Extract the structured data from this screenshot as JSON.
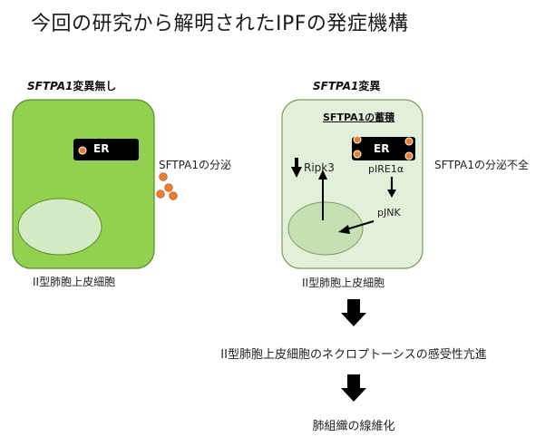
{
  "title": "今回の研究から解明されたIPFの発症機構",
  "left_panel": {
    "header_gene": "SFTPA1",
    "header_suffix": "変異無し",
    "er_label": "ER",
    "secretion_label": "SFTPA1の分泌",
    "cell_caption": "II型肺胞上皮細胞"
  },
  "right_panel": {
    "header_gene": "SFTPA1",
    "header_suffix": "変異",
    "accumulation_label": "SFTPA1の蓄積",
    "er_label": "ER",
    "ripk3_label": "Ripk3",
    "pire1a_label": "pIRE1α",
    "pjnk_label": "pJNK",
    "secretion_label": "SFTPA1の分泌不全",
    "cell_caption": "II型肺胞上皮細胞"
  },
  "flow": {
    "step1": "II型肺胞上皮細胞のネクロプトーシスの感受性亢進",
    "step2": "肺組織の線維化"
  },
  "colors": {
    "left_cell_fill": "#92d050",
    "right_cell_fill": "#e2efd9",
    "nucleus_left": "#d3ebc4",
    "nucleus_right": "#c5e0b3",
    "er_fill": "#000000",
    "dot_fill": "#ed7d31"
  }
}
